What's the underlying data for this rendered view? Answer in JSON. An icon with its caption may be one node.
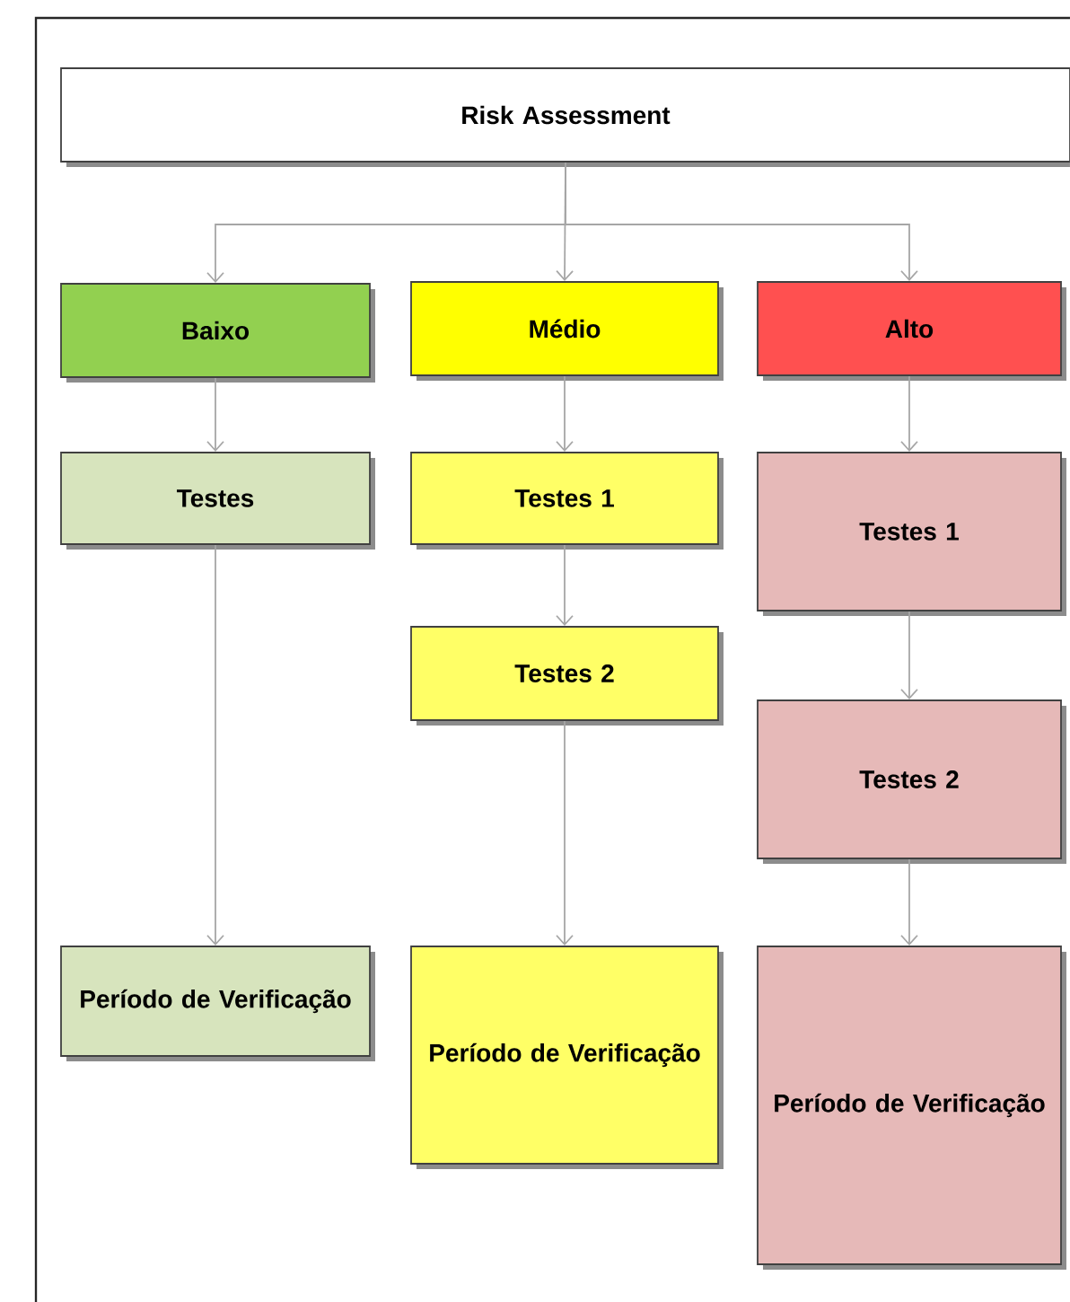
{
  "diagram": {
    "nodes": [
      {
        "text": [
          "Risk Assessment"
        ]
      },
      {
        "text": [
          "Baixo"
        ]
      },
      {
        "text": [
          "Médio"
        ]
      },
      {
        "text": [
          "Alto"
        ]
      },
      {
        "text": [
          "Testes"
        ]
      },
      {
        "text": [
          "Testes 1"
        ]
      },
      {
        "text": [
          "Testes 2"
        ]
      },
      {
        "text": [
          "Testes 1"
        ]
      },
      {
        "text": [
          "Testes 2"
        ]
      },
      {
        "text": [
          "Período de Verificação"
        ]
      },
      {
        "text": [
          "Período de Verificação"
        ]
      },
      {
        "text": [
          "Período de Verificação"
        ]
      }
    ],
    "edges": [
      {
        "from": 0,
        "to": 1,
        "arrow": "to"
      },
      {
        "from": 0,
        "to": 2,
        "arrow": "to"
      },
      {
        "from": 0,
        "to": 3,
        "arrow": "to"
      },
      {
        "from": 1,
        "to": 4,
        "arrow": "to"
      },
      {
        "from": 2,
        "to": 5,
        "arrow": "to"
      },
      {
        "from": 3,
        "to": 7,
        "arrow": "to"
      },
      {
        "from": 4,
        "to": 9,
        "arrow": "to"
      },
      {
        "from": 5,
        "to": 6,
        "arrow": "to"
      },
      {
        "from": 6,
        "to": 10,
        "arrow": "to"
      },
      {
        "from": 7,
        "to": 8,
        "arrow": "to"
      },
      {
        "from": 8,
        "to": 11,
        "arrow": "to"
      }
    ]
  }
}
